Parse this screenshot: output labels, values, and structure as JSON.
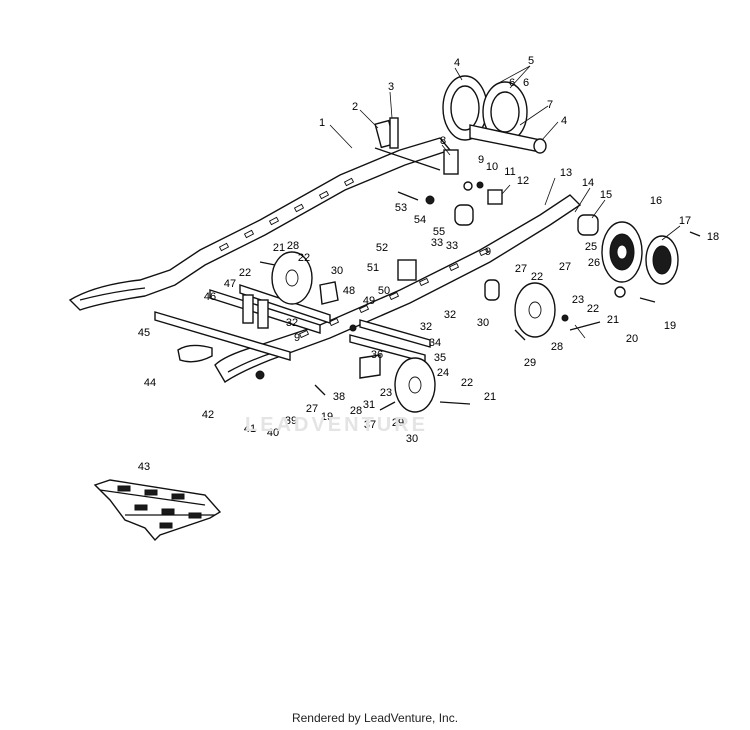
{
  "watermark": "LEADVENTURE",
  "footer": {
    "credit": "Rendered by LeadVenture, Inc."
  },
  "callouts": [
    "1",
    "2",
    "3",
    "4",
    "4",
    "5",
    "6",
    "6",
    "7",
    "8",
    "9",
    "10",
    "11",
    "12",
    "13",
    "14",
    "15",
    "16",
    "17",
    "18",
    "19",
    "19",
    "20",
    "21",
    "21",
    "21",
    "22",
    "22",
    "22",
    "22",
    "22",
    "23",
    "23",
    "24",
    "25",
    "26",
    "27",
    "27",
    "27",
    "28",
    "28",
    "28",
    "29",
    "29",
    "30",
    "30",
    "30",
    "31",
    "32",
    "32",
    "32",
    "33",
    "33",
    "34",
    "35",
    "36",
    "37",
    "38",
    "39",
    "40",
    "41",
    "42",
    "43",
    "44",
    "45",
    "46",
    "47",
    "48",
    "49",
    "50",
    "51",
    "52",
    "53",
    "54",
    "55",
    "9",
    "9"
  ]
}
